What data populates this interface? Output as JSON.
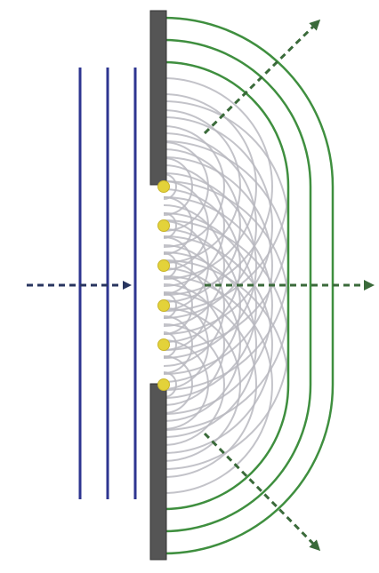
{
  "diagram": {
    "colors": {
      "incident_wave": "#2e3590",
      "barrier": "#555555",
      "barrier_edge": "#333333",
      "wavelet": "#b9b9bf",
      "envelope": "#3f8f3f",
      "source_point": "#e3d23a",
      "direction_arrow": "#28355f",
      "diffracted_arrow": "#3a6a3a"
    },
    "incident_wave_count": 3,
    "source_point_count": 6,
    "envelope_count": 3,
    "icons": [
      "incident-direction-arrow",
      "central-diffracted-arrow",
      "upper-diffracted-arrow",
      "lower-diffracted-arrow"
    ]
  }
}
